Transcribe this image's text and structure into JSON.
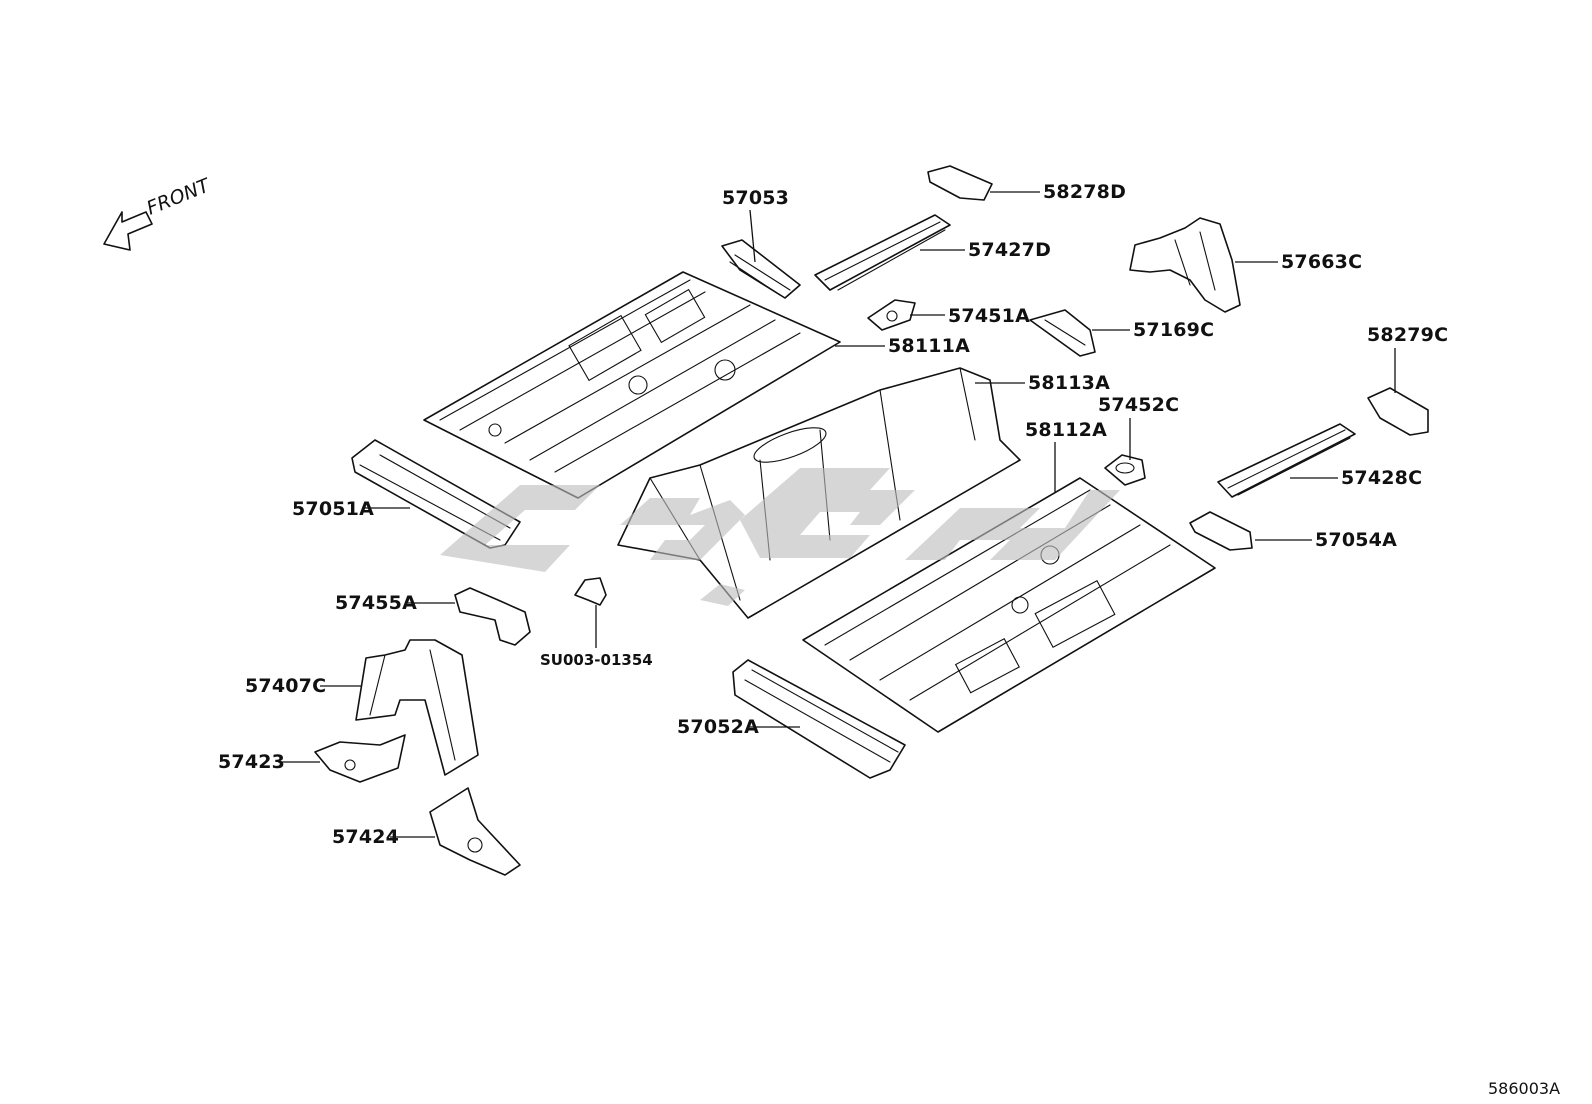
{
  "diagram": {
    "direction_label": "FRONT",
    "figure_code": "586003A",
    "watermark_glyphs": "ᓚᘏᗢ",
    "colors": {
      "line": "#111111",
      "watermark": "#bdbdbd",
      "background": "#ffffff"
    },
    "callouts": [
      {
        "id": "57053",
        "text": "57053"
      },
      {
        "id": "58278D",
        "text": "58278D"
      },
      {
        "id": "57427D",
        "text": "57427D"
      },
      {
        "id": "57663C",
        "text": "57663C"
      },
      {
        "id": "57451A",
        "text": "57451A"
      },
      {
        "id": "57169C",
        "text": "57169C"
      },
      {
        "id": "58111A",
        "text": "58111A"
      },
      {
        "id": "58279C",
        "text": "58279C"
      },
      {
        "id": "58113A",
        "text": "58113A"
      },
      {
        "id": "57452C",
        "text": "57452C"
      },
      {
        "id": "58112A",
        "text": "58112A"
      },
      {
        "id": "57428C",
        "text": "57428C"
      },
      {
        "id": "57051A",
        "text": "57051A"
      },
      {
        "id": "57054A",
        "text": "57054A"
      },
      {
        "id": "57455A",
        "text": "57455A"
      },
      {
        "id": "SU003-01354",
        "text": "SU003-01354"
      },
      {
        "id": "57407C",
        "text": "57407C"
      },
      {
        "id": "57052A",
        "text": "57052A"
      },
      {
        "id": "57423",
        "text": "57423"
      },
      {
        "id": "57424",
        "text": "57424"
      }
    ]
  }
}
